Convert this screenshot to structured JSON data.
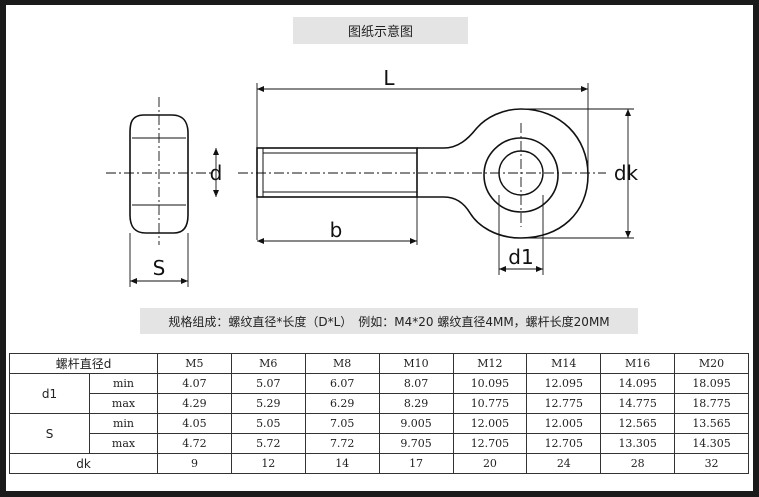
{
  "header": {
    "title": "图纸示意图"
  },
  "drawing": {
    "label_L": "L",
    "label_d": "d",
    "label_dk": "dk",
    "label_b": "b",
    "label_d1": "d1",
    "label_S": "S"
  },
  "caption": "规格组成：螺纹直径*长度（D*L）　例如：M4*20 螺纹直径4MM，螺杆长度20MM",
  "table": {
    "corner": "螺杆直径d",
    "columns": [
      "M5",
      "M6",
      "M8",
      "M10",
      "M12",
      "M14",
      "M16",
      "M20"
    ],
    "d1_label": "d1",
    "s_label": "S",
    "min_label": "min",
    "max_label": "max",
    "dk_label": "dk",
    "d1_min": [
      "4.07",
      "5.07",
      "6.07",
      "8.07",
      "10.095",
      "12.095",
      "14.095",
      "18.095"
    ],
    "d1_max": [
      "4.29",
      "5.29",
      "6.29",
      "8.29",
      "10.775",
      "12.775",
      "14.775",
      "18.775"
    ],
    "s_min": [
      "4.05",
      "5.05",
      "7.05",
      "9.005",
      "12.005",
      "12.005",
      "12.565",
      "13.565"
    ],
    "s_max": [
      "4.72",
      "5.72",
      "7.72",
      "9.705",
      "12.705",
      "12.705",
      "13.305",
      "14.305"
    ],
    "dk": [
      "9",
      "12",
      "14",
      "17",
      "20",
      "24",
      "28",
      "32"
    ]
  }
}
